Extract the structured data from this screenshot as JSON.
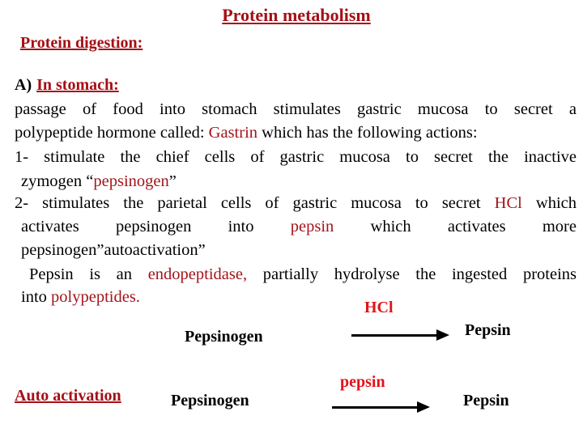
{
  "title": "Protein metabolism",
  "subtitle": "Protein digestion:",
  "section": {
    "marker": "A)",
    "heading": "In stomach:"
  },
  "intro": {
    "line1": "passage of food into stomach stimulates gastric mucosa to secret a",
    "line2_pre": "polypeptide hormone called: ",
    "line2_term": "Gastrin",
    "line2_post": " which has the following actions:"
  },
  "actions": [
    {
      "line1": "1- stimulate the chief cells of gastric mucosa to secret the inactive",
      "line2_pre": "zymogen “",
      "line2_term": "pepsinogen",
      "line2_post": "”"
    },
    {
      "line1_pre": "2- stimulates the parietal cells of gastric mucosa to secret ",
      "line1_term": "HCl",
      "line1_post": " which",
      "line2_pre": "activates pepsinogen into ",
      "line2_term": "pepsin",
      "line2_post": " which activates more",
      "line3": "pepsinogen”autoactivation”"
    }
  ],
  "pepsin_note": {
    "line1_pre": "Pepsin is an ",
    "line1_term": "endopeptidase,",
    "line1_post": " partially hydrolyse the ingested proteins",
    "line2_pre": "into ",
    "line2_term": "polypeptides."
  },
  "reactions": [
    {
      "substrate": "Pepsinogen",
      "catalyst": "HCl",
      "product": "Pepsin"
    },
    {
      "label": "Auto activation",
      "substrate": "Pepsinogen",
      "catalyst": "pepsin",
      "product": "Pepsin"
    }
  ],
  "colors": {
    "heading": "#a50f16",
    "term": "#a3141b",
    "catalyst": "#e0141b",
    "text": "#000000"
  }
}
